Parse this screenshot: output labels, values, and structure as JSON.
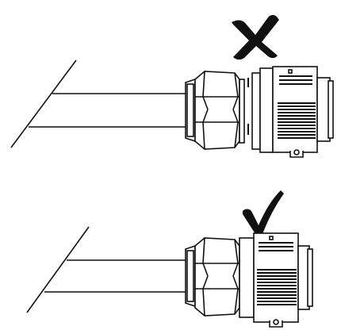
{
  "diagram": {
    "panels": [
      {
        "id": "incorrect",
        "mark_icon": "cross-icon",
        "connector_state": "not-fully-seated"
      },
      {
        "id": "correct",
        "mark_icon": "check-icon",
        "connector_state": "fully-seated"
      }
    ],
    "colors": {
      "line": "#111111",
      "background": "#ffffff",
      "mark": "#111111"
    }
  }
}
